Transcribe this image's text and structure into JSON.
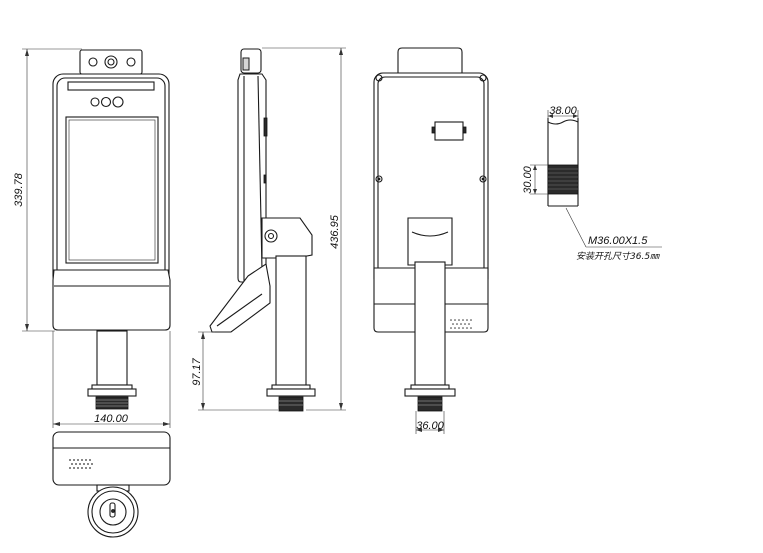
{
  "dimensions": {
    "total_height_front": "339.78",
    "total_height_side": "436.95",
    "stand_height": "97.17",
    "width_front": "140.00",
    "flange_width": "36.00",
    "thread_diameter": "38.00",
    "thread_length": "30.00"
  },
  "notes": {
    "thread_spec": "M36.00X1.5",
    "hole_note": "安装开孔尺寸36.5㎜"
  }
}
